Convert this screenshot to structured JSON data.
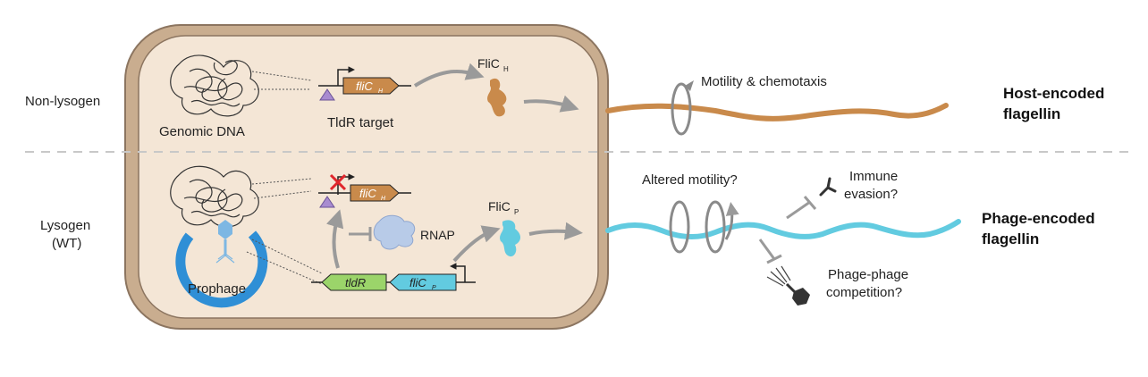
{
  "row_labels": {
    "non_lysogen": "Non-lysogen",
    "lysogen": "Lysogen",
    "lysogen_sub": "(WT)"
  },
  "cell_labels": {
    "genomic_dna": "Genomic DNA",
    "tldr_target": "TldR target",
    "prophage": "Prophage",
    "rnap": "RNAP"
  },
  "genes": {
    "flic_h": "fliC",
    "flic_h_sub": "H",
    "flic_h_off": "fliC",
    "flic_h_off_sub": "H",
    "tldr": "tldR",
    "flic_p": "fliC",
    "flic_p_sub": "P"
  },
  "proteins": {
    "flic_h": "FliC",
    "flic_h_sub": "H",
    "flic_p": "FliC",
    "flic_p_sub": "P"
  },
  "functions": {
    "motility": "Motility & chemotaxis",
    "altered_motility": "Altered motility?",
    "immune_1": "Immune",
    "immune_2": "evasion?",
    "phage_1": "Phage-phage",
    "phage_2": "competition?"
  },
  "outcomes": {
    "host_1": "Host-encoded",
    "host_2": "flagellin",
    "phage_1": "Phage-encoded",
    "phage_2": "flagellin"
  },
  "colors": {
    "cell_outer": "#c9ad8f",
    "cell_inner": "#f4e6d6",
    "host_flagellin": "#c98a4b",
    "phage_flagellin": "#62cbe0",
    "tldr_gene": "#9bd46a",
    "prophage_ring": "#2f8fd6",
    "target_site": "#a88bd0",
    "arrow_gray": "#9a9a9a",
    "block_red": "#e0262c"
  }
}
